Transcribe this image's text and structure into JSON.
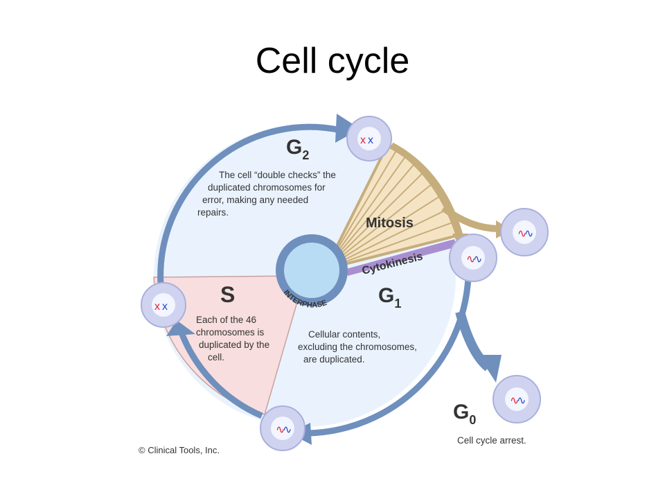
{
  "title": "Cell cycle",
  "phases": {
    "g2": {
      "letter": "G",
      "sub": "2",
      "desc": [
        "The cell “double checks” the",
        "duplicated chromosomes for",
        "error, making any needed",
        "repairs."
      ]
    },
    "s": {
      "letter": "S",
      "desc": [
        "Each of the 46",
        "chromosomes is",
        "duplicated by the",
        "cell."
      ]
    },
    "g1": {
      "letter": "G",
      "sub": "1",
      "desc": [
        "Cellular contents,",
        "excluding the chromosomes,",
        "are duplicated."
      ]
    },
    "g0": {
      "letter": "G",
      "sub": "0",
      "desc": "Cell cycle arrest."
    },
    "mitosis": "Mitosis",
    "cytokinesis": "Cytokinesis",
    "interphase": "INTERPHASE"
  },
  "copyright": "© Clinical Tools, Inc.",
  "colors": {
    "ring": "#6f8fbd",
    "interior": "#eaf3fd",
    "s_wedge": "#f8dede",
    "mitosis_wedge": "#f5e4c4",
    "mitosis_border": "#bfa877",
    "cytokinesis": "#a88fcf",
    "cell": "#cfd3ef",
    "nucleus": "#b9dcf5"
  }
}
